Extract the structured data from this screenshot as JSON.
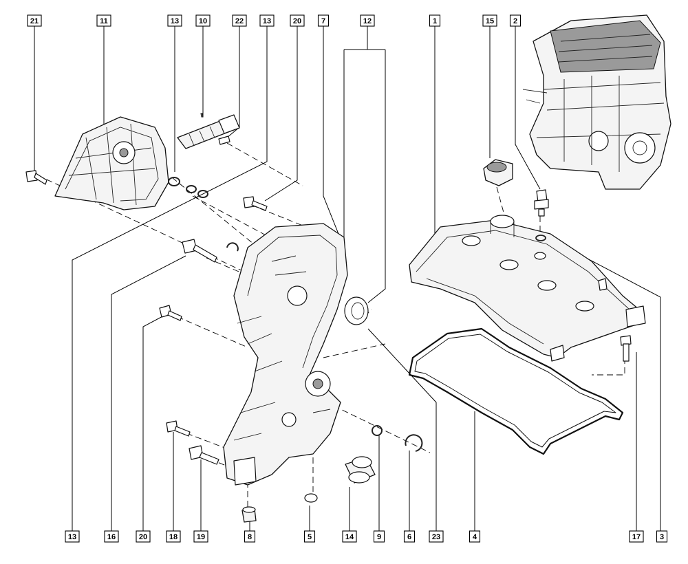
{
  "callouts": [
    {
      "id": "c21a",
      "label": "21"
    },
    {
      "id": "c11",
      "label": "11"
    },
    {
      "id": "c13a",
      "label": "13"
    },
    {
      "id": "c10",
      "label": "10"
    },
    {
      "id": "c22",
      "label": "22"
    },
    {
      "id": "c13b",
      "label": "13"
    },
    {
      "id": "c20a",
      "label": "20"
    },
    {
      "id": "c7",
      "label": "7"
    },
    {
      "id": "c12",
      "label": "12"
    },
    {
      "id": "c1",
      "label": "1"
    },
    {
      "id": "c15",
      "label": "15"
    },
    {
      "id": "c2",
      "label": "2"
    },
    {
      "id": "c13c",
      "label": "13"
    },
    {
      "id": "c16",
      "label": "16"
    },
    {
      "id": "c20b",
      "label": "20"
    },
    {
      "id": "c18",
      "label": "18"
    },
    {
      "id": "c19",
      "label": "19"
    },
    {
      "id": "c8",
      "label": "8"
    },
    {
      "id": "c5",
      "label": "5"
    },
    {
      "id": "c14",
      "label": "14"
    },
    {
      "id": "c9",
      "label": "9"
    },
    {
      "id": "c6",
      "label": "6"
    },
    {
      "id": "c23",
      "label": "23"
    },
    {
      "id": "c4",
      "label": "4"
    },
    {
      "id": "c17",
      "label": "17"
    },
    {
      "id": "c3",
      "label": "3"
    }
  ]
}
